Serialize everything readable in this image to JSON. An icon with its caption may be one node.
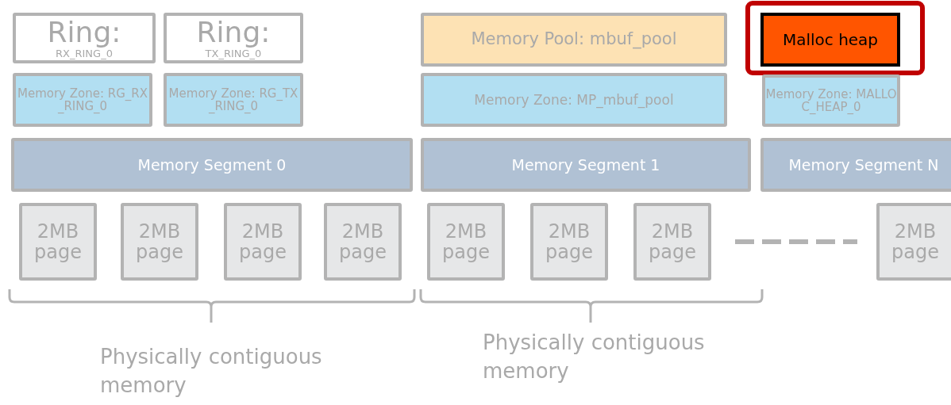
{
  "diagram": {
    "nodes": [
      {
        "text": [
          "Ring:",
          "RX_RING_0"
        ]
      },
      {
        "text": [
          "Ring:",
          "TX_RING_0"
        ]
      },
      {
        "text": [
          "Memory Zone: RG_RX_RING_0"
        ]
      },
      {
        "text": [
          "Memory Zone: RG_TX_RING_0"
        ]
      },
      {
        "text": [
          "Memory Pool: mbuf_pool"
        ]
      },
      {
        "text": [
          "Memory Zone: MP_mbuf_pool"
        ]
      },
      {
        "text": [
          "Malloc heap"
        ]
      },
      {
        "text": [
          "Memory Zone: MALLOC_HEAP_0"
        ]
      },
      {
        "text": [
          "Memory Segment 0"
        ]
      },
      {
        "text": [
          "Memory Segment 1"
        ]
      },
      {
        "text": [
          "Memory Segment N"
        ]
      },
      {
        "text": [
          "2MB page"
        ]
      },
      {
        "text": [
          "2MB page"
        ]
      },
      {
        "text": [
          "2MB page"
        ]
      },
      {
        "text": [
          "2MB page"
        ]
      },
      {
        "text": [
          "2MB page"
        ]
      },
      {
        "text": [
          "2MB page"
        ]
      },
      {
        "text": [
          "2MB page"
        ]
      },
      {
        "text": [
          "2MB page"
        ]
      }
    ],
    "edges": [],
    "labels": [
      "Physically contiguous memory",
      "Physically contiguous memory"
    ]
  }
}
